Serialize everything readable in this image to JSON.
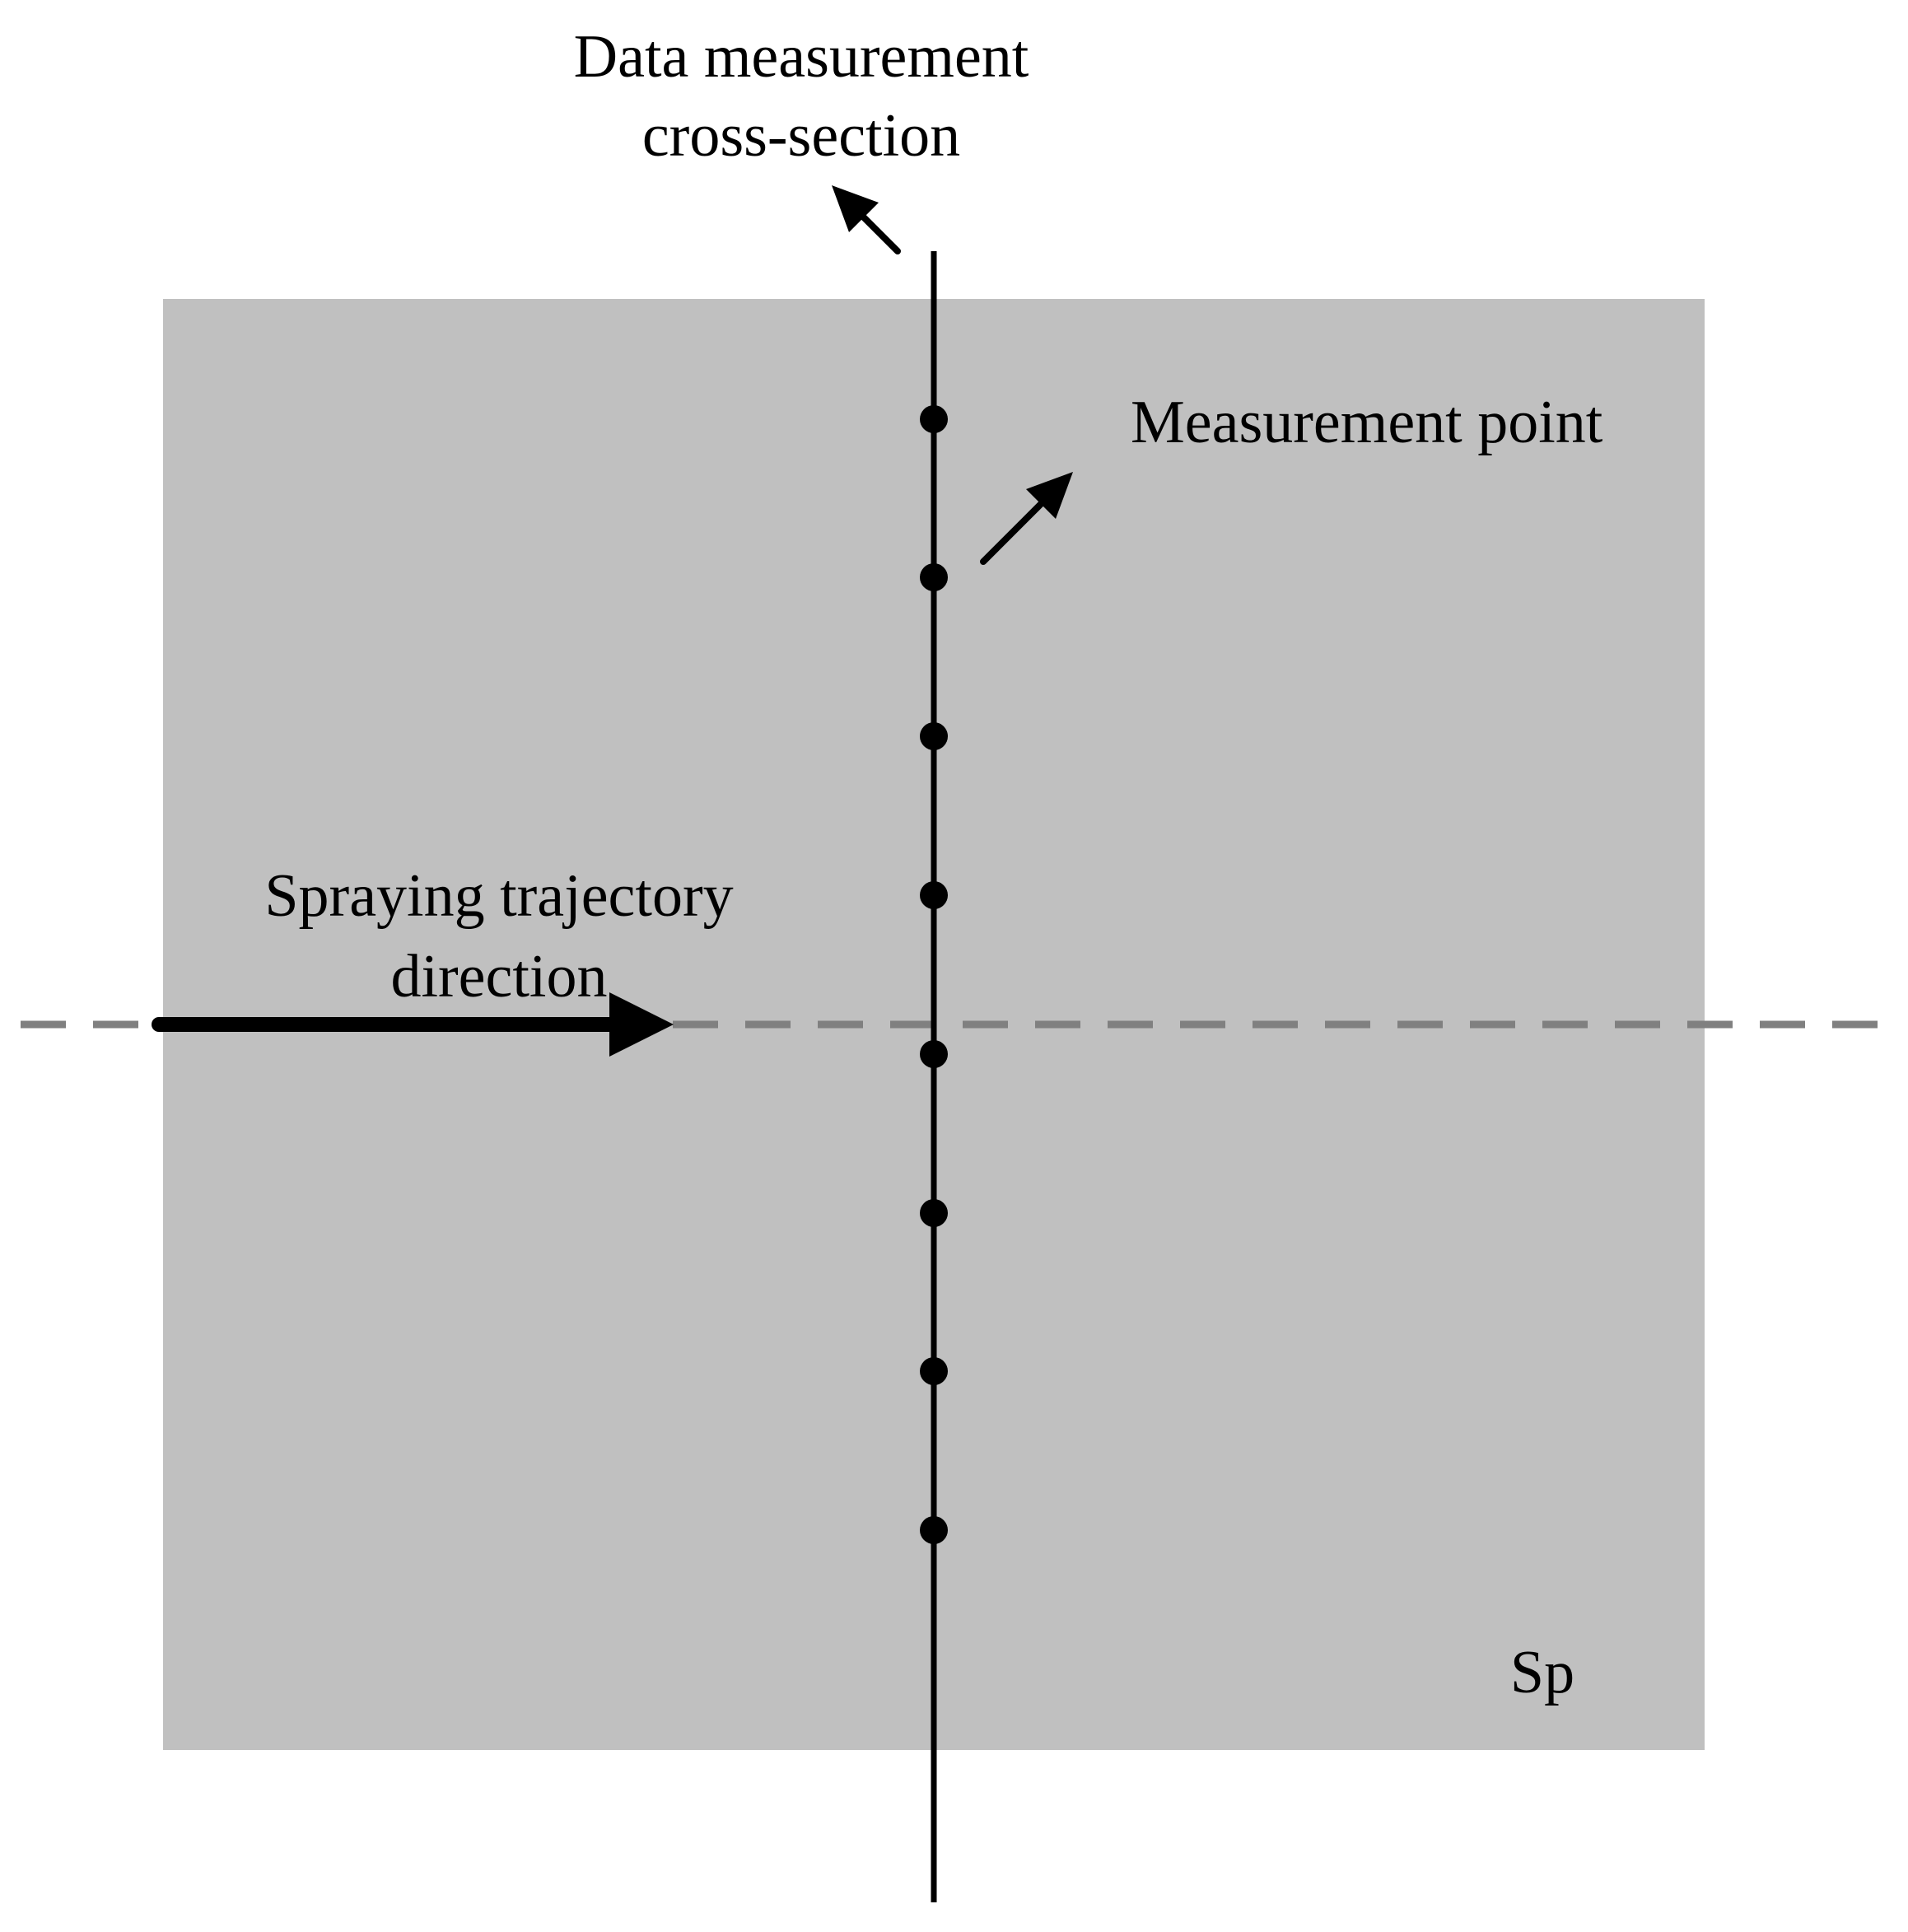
{
  "labels": {
    "cross_section_line1": "Data measurement",
    "cross_section_line2": "cross-section",
    "measurement_point": "Measurement point",
    "trajectory_line1": "Spraying trajectory",
    "trajectory_line2": "direction",
    "surface": "Sp"
  },
  "colors": {
    "surface_fill": "#c0c0c0",
    "dashed_line": "#808080",
    "ink": "#000000"
  },
  "measurement_points": {
    "count": 8
  }
}
